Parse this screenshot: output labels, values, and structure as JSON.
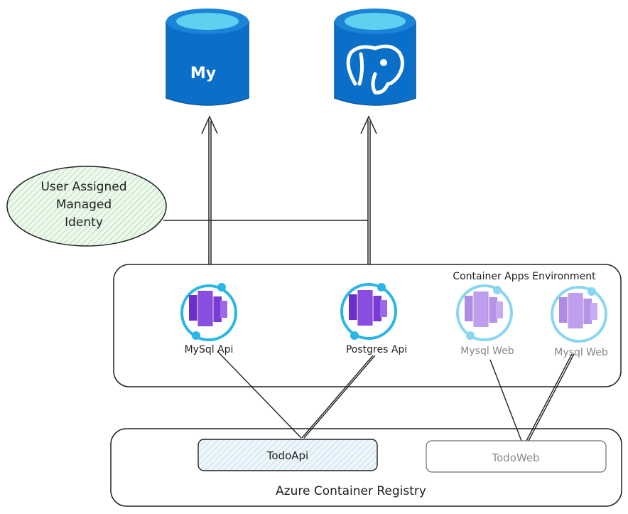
{
  "databases": {
    "mysql": {
      "label": "My"
    },
    "postgres": {
      "label": ""
    }
  },
  "identity": {
    "lines": [
      "User Assigned",
      "Managed",
      "Identy"
    ]
  },
  "environment": {
    "title": "Container Apps Environment",
    "apps": [
      {
        "label": "MySql Api",
        "active": true
      },
      {
        "label": "Postgres Api",
        "active": true
      },
      {
        "label": "Mysql Web",
        "active": false
      },
      {
        "label": "Mysql Web",
        "active": false
      }
    ]
  },
  "registry": {
    "title": "Azure Container Registry",
    "images": [
      {
        "label": "TodoApi"
      },
      {
        "label": "TodoWeb"
      }
    ]
  },
  "colors": {
    "db_blue": "#0a6fc8",
    "db_top": "#5fd0f0",
    "identity_fill": "#d6f0d6",
    "container_purple": "#8a4fe0",
    "ring_cyan": "#29b6e6",
    "todoapi_fill": "#dceef8"
  }
}
